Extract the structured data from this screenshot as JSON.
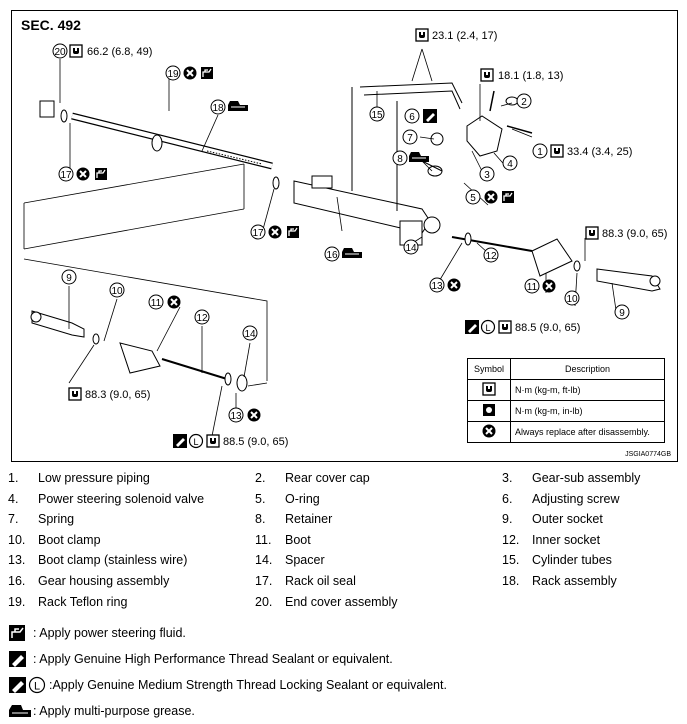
{
  "section": "SEC. 492",
  "image_code": "JSGIA0774GB",
  "torques": {
    "t20": "66.2 (6.8, 49)",
    "t_tubes": "23.1 (2.4, 17)",
    "t_sol": "18.1 (1.8, 13)",
    "t_pipe": "33.4 (3.4, 25)",
    "t_outer_r": "88.3 (9.0, 65)",
    "t_inner_r": "88.5 (9.0, 65)",
    "t_outer_l": "88.3 (9.0, 65)",
    "t_inner_l": "88.5 (9.0, 65)"
  },
  "callouts": [
    "1",
    "2",
    "3",
    "4",
    "5",
    "6",
    "7",
    "8",
    "9",
    "10",
    "11",
    "12",
    "13",
    "14",
    "15",
    "16",
    "17",
    "18",
    "19",
    "20"
  ],
  "letter_L": "L",
  "symbol_table": {
    "header_symbol": "Symbol",
    "header_description": "Description",
    "rows": [
      {
        "icon": "torque-nm-ft-icon",
        "desc": "N·m (kg-m, ft-lb)"
      },
      {
        "icon": "torque-nm-in-icon",
        "desc": "N·m (kg-m, in-lb)"
      },
      {
        "icon": "always-replace-icon",
        "desc": "Always replace after disassembly."
      }
    ]
  },
  "parts": [
    {
      "num": "1.",
      "name": "Low pressure piping"
    },
    {
      "num": "2.",
      "name": "Rear cover cap"
    },
    {
      "num": "3.",
      "name": "Gear-sub assembly"
    },
    {
      "num": "4.",
      "name": "Power steering solenoid valve"
    },
    {
      "num": "5.",
      "name": "O-ring"
    },
    {
      "num": "6.",
      "name": "Adjusting screw"
    },
    {
      "num": "7.",
      "name": "Spring"
    },
    {
      "num": "8.",
      "name": "Retainer"
    },
    {
      "num": "9.",
      "name": "Outer socket"
    },
    {
      "num": "10.",
      "name": "Boot clamp"
    },
    {
      "num": "11.",
      "name": "Boot"
    },
    {
      "num": "12.",
      "name": "Inner socket"
    },
    {
      "num": "13.",
      "name": "Boot clamp (stainless wire)"
    },
    {
      "num": "14.",
      "name": "Spacer"
    },
    {
      "num": "15.",
      "name": "Cylinder tubes"
    },
    {
      "num": "16.",
      "name": "Gear housing assembly"
    },
    {
      "num": "17.",
      "name": "Rack oil seal"
    },
    {
      "num": "18.",
      "name": "Rack assembly"
    },
    {
      "num": "19.",
      "name": "Rack Teflon ring"
    },
    {
      "num": "20.",
      "name": "End cover assembly"
    }
  ],
  "legend": [
    {
      "icon": "power-steering-fluid-icon",
      "text": ": Apply power steering fluid."
    },
    {
      "icon": "thread-sealant-icon",
      "text": ": Apply Genuine High Performance Thread Sealant or equivalent."
    },
    {
      "icon": "thread-locking-sealant-icon",
      "text": ":Apply Genuine Medium Strength Thread Locking Sealant or equivalent."
    },
    {
      "icon": "grease-icon",
      "text": ": Apply multi-purpose grease."
    }
  ]
}
